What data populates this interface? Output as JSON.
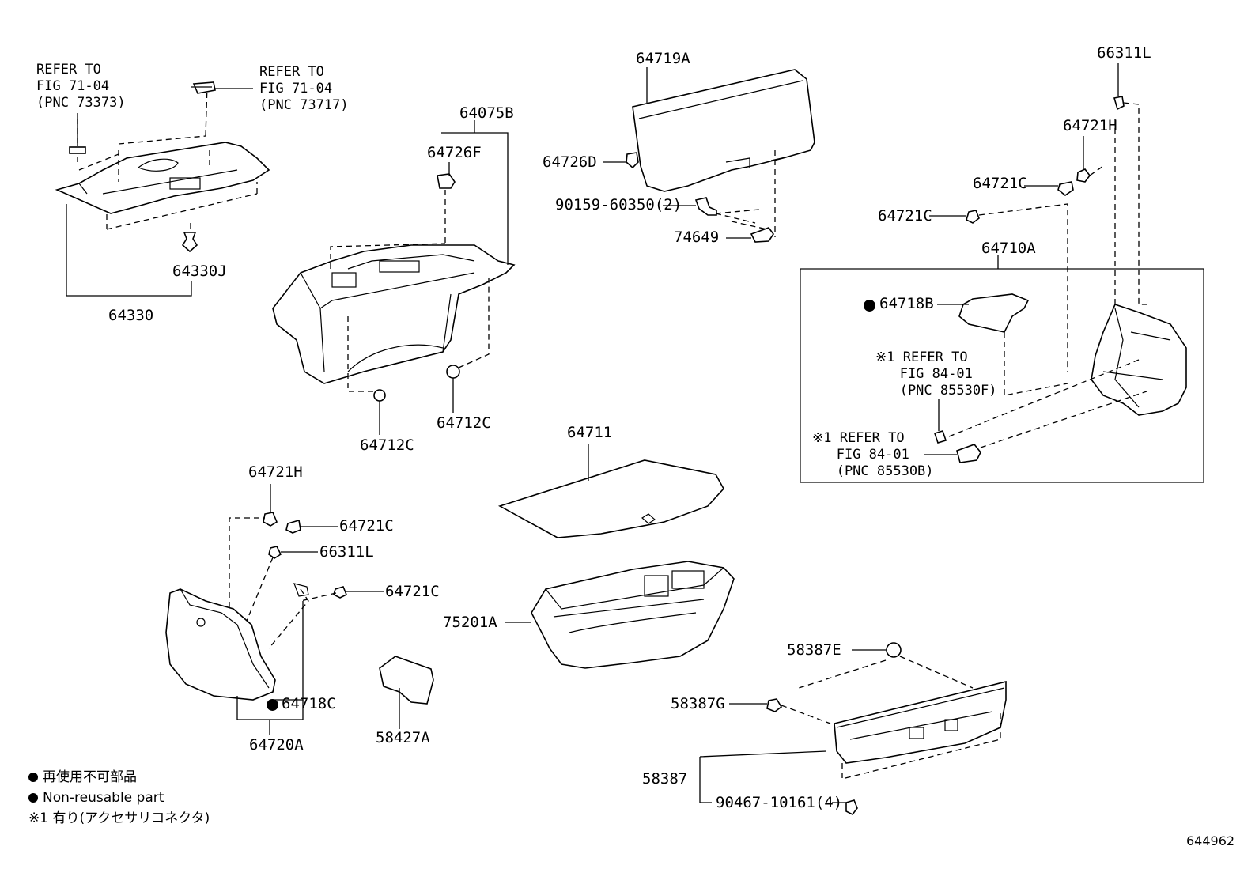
{
  "figure_number": "644962",
  "labels": {
    "p64719A": "64719A",
    "p64726D": "64726D",
    "p90159": "90159-60350(2)",
    "p74649": "74649",
    "p64075B": "64075B",
    "p64726F": "64726F",
    "p64330J": "64330J",
    "p64330": "64330",
    "p64712C_a": "64712C",
    "p64712C_b": "64712C",
    "p66311L_r": "66311L",
    "p64721H_r": "64721H",
    "p64721C_r1": "64721C",
    "p64721C_r2": "64721C",
    "p64710A": "64710A",
    "p64718B": "64718B",
    "p64711": "64711",
    "p64721H_l": "64721H",
    "p64721C_l1": "64721C",
    "p66311L_l": "66311L",
    "p64721C_l2": "64721C",
    "p75201A": "75201A",
    "p58387E": "58387E",
    "p58387G": "58387G",
    "p58387": "58387",
    "p90467": "90467-10161(4)",
    "p64718C": "64718C",
    "p64720A": "64720A",
    "p58427A": "58427A"
  },
  "refers": {
    "ref1": "REFER TO\nFIG 71-04\n(PNC 73373)",
    "ref2": "REFER TO\nFIG 71-04\n(PNC 73717)",
    "ref3": "※1 REFER TO\n   FIG 84-01\n   (PNC 85530F)",
    "ref4": "※1 REFER TO\n   FIG 84-01\n   (PNC 85530B)"
  },
  "legend": {
    "line1": "再使用不可部品",
    "line2": "Non-reusable part",
    "line3": "※1 有り(アクセサリコネクタ)"
  }
}
